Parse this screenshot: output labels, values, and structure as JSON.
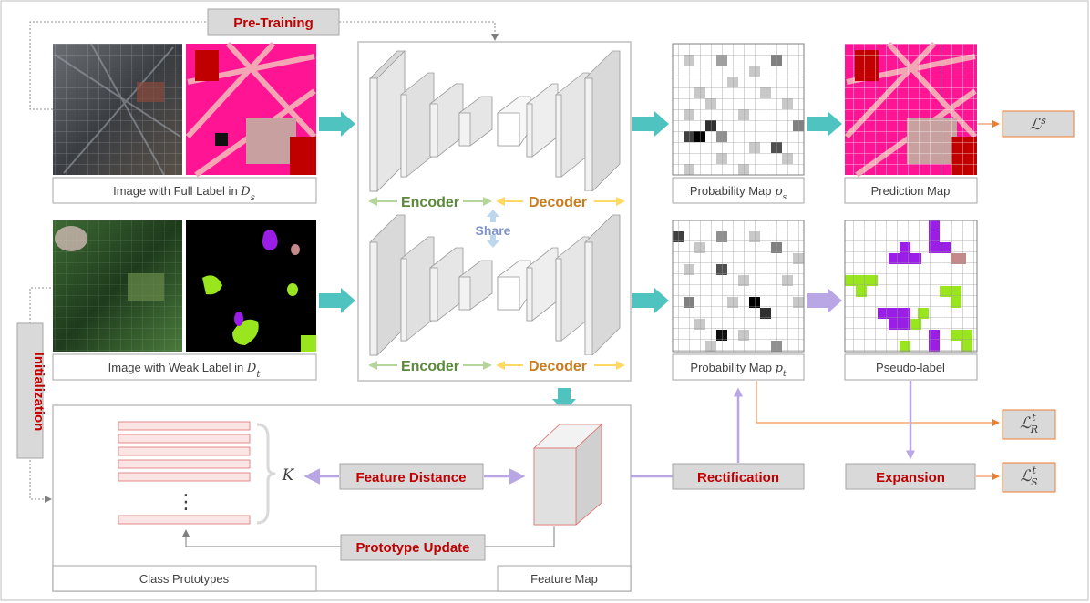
{
  "labels": {
    "pretraining": "Pre-Training",
    "initialization": "Initialization",
    "encoder_top": "Encoder",
    "decoder_top": "Decoder",
    "share": "Share",
    "encoder_bottom": "Encoder",
    "decoder_bottom": "Decoder",
    "feature_distance": "Feature Distance",
    "prototype_update": "Prototype Update",
    "rectification": "Rectification",
    "expansion": "Expansion",
    "k_symbol": "K",
    "dots": "⋮"
  },
  "captions": {
    "image_full_text": "Image with Full Label in ",
    "image_full_math": "D",
    "image_full_sub": "s",
    "image_weak_text": "Image with Weak Label in ",
    "image_weak_math": "D",
    "image_weak_sub": "t",
    "prob_s_text": "Probability Map ",
    "prob_s_math": "p",
    "prob_s_sub": "s",
    "prob_t_text": "Probability Map ",
    "prob_t_math": "p",
    "prob_t_sub": "t",
    "prediction_map": "Prediction Map",
    "pseudo_label": "Pseudo-label",
    "class_prototypes": "Class Prototypes",
    "feature_map": "Feature Map"
  },
  "losses": {
    "ls": {
      "symbol": "ℒ",
      "sup": "s",
      "sub": ""
    },
    "lrt": {
      "symbol": "ℒ",
      "sup": "t",
      "sub": "R"
    },
    "lst": {
      "symbol": "ℒ",
      "sup": "t",
      "sub": "S"
    }
  },
  "colors": {
    "teal_arrow": "#4fc3c0",
    "purple_arrow": "#b9a6e4",
    "orange_line": "#ed7d31",
    "encoder_green": "#5b8a3a",
    "decoder_orange": "#c77c1e",
    "share_blue": "#7d92c9",
    "label_red": "#c00000",
    "magenta_mask": "#ff1493",
    "purple_class": "#9b1ee6",
    "lime_class": "#9ae61e",
    "pink_class": "#c48a8a"
  }
}
